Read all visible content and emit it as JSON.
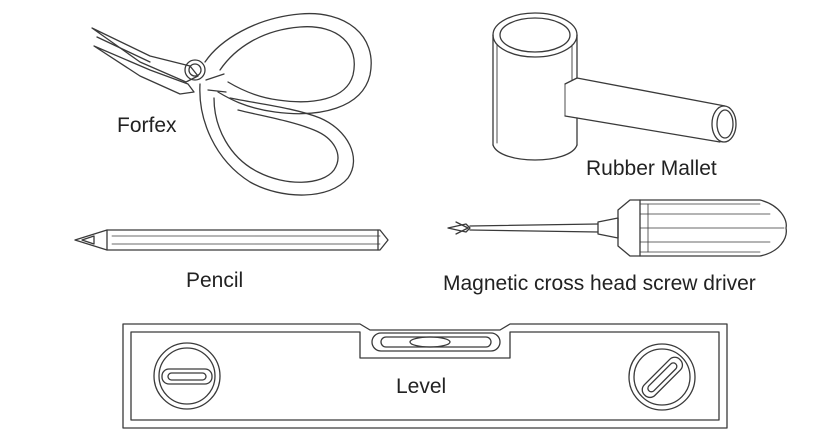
{
  "tools": [
    {
      "id": "forfex",
      "label": "Forfex",
      "icon": "scissors-icon"
    },
    {
      "id": "mallet",
      "label": "Rubber Mallet",
      "icon": "mallet-icon"
    },
    {
      "id": "pencil",
      "label": "Pencil",
      "icon": "pencil-icon"
    },
    {
      "id": "screwdriver",
      "label": "Magnetic cross head screw driver",
      "icon": "screwdriver-icon"
    },
    {
      "id": "level",
      "label": "Level",
      "icon": "spirit-level-icon"
    }
  ],
  "colors": {
    "line": "#3a3a3a",
    "text": "#222222",
    "background": "#ffffff"
  }
}
